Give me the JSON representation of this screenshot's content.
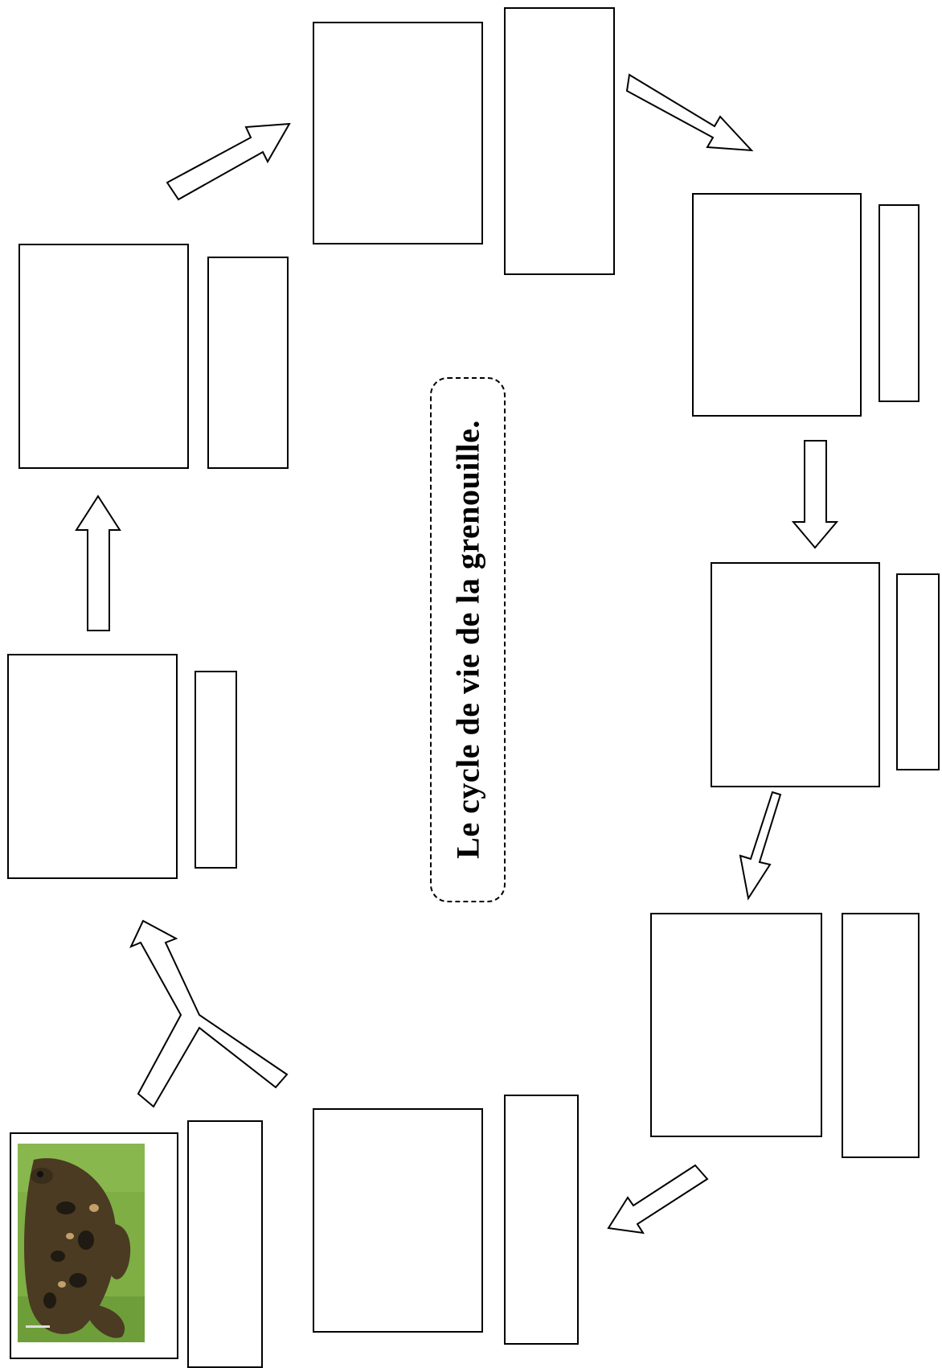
{
  "title": "Le cycle de vie de la grenouille.",
  "stage_count": 8,
  "photo": {
    "subject": "frog",
    "colors": {
      "background": "#7fae45",
      "body": "#4a3b22",
      "spots": "#1f1a12"
    }
  }
}
